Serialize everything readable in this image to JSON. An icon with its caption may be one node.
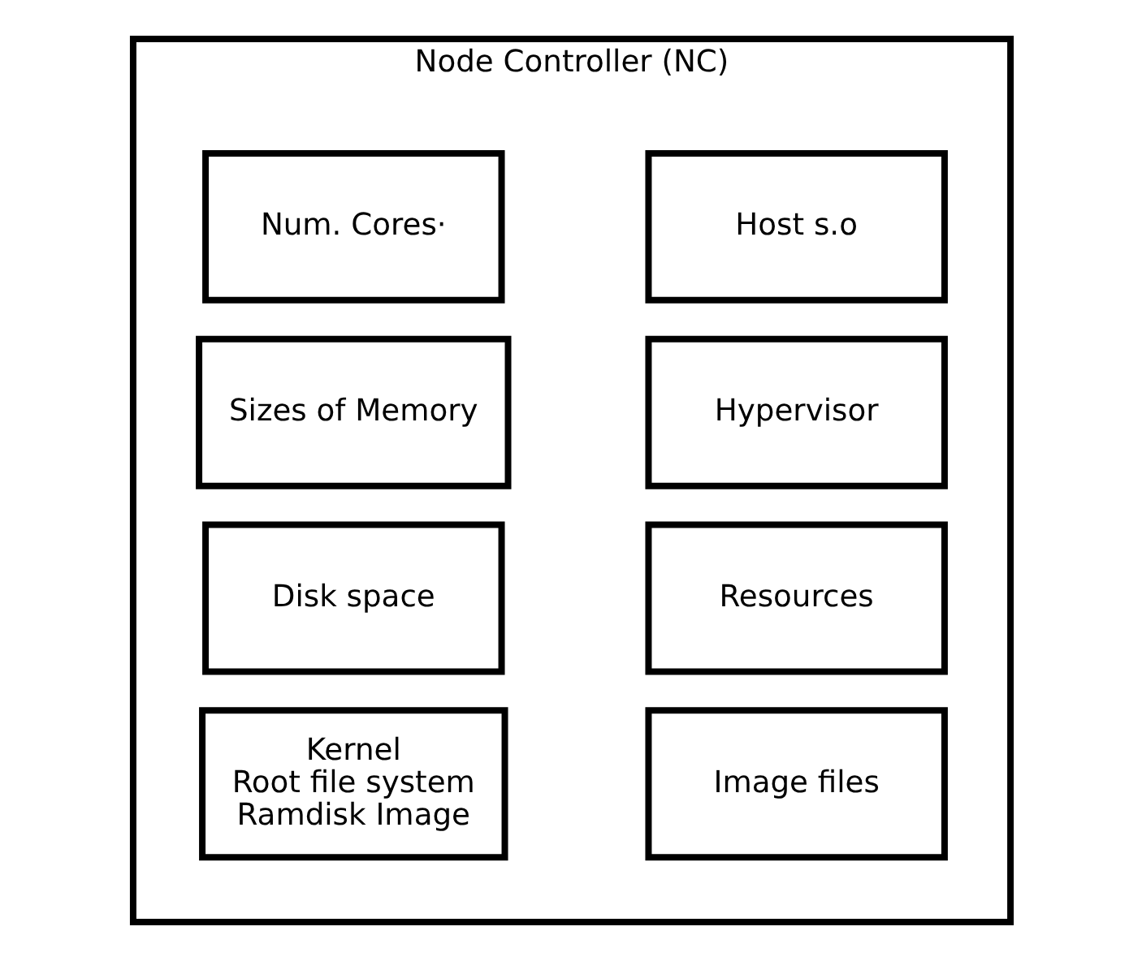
{
  "diagram": {
    "nodes": [
      {
        "text": [
          "Node Controller (NC)"
        ]
      },
      {
        "text": [
          "Host s.o"
        ],
        "in": 0
      },
      {
        "text": [
          "Hypervisor"
        ],
        "in": 0
      },
      {
        "text": [
          "Resources"
        ],
        "in": 0
      },
      {
        "text": [
          "Image files"
        ],
        "in": 0
      },
      {
        "text": [
          "Num. Cores·"
        ],
        "in": 0
      },
      {
        "text": [
          "Sizes of Memory"
        ],
        "in": 0
      },
      {
        "text": [
          "Disk space"
        ],
        "in": 0
      },
      {
        "text": [
          "Kernel",
          "Root file system",
          "Ramdisk Image"
        ],
        "in": 0
      }
    ]
  }
}
